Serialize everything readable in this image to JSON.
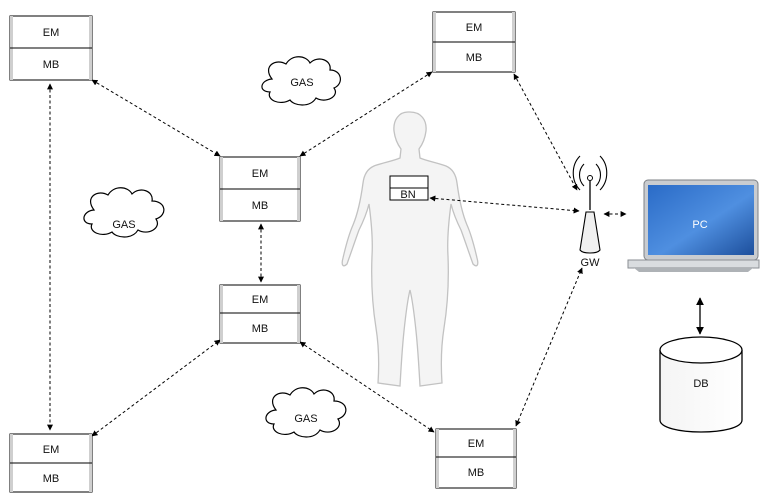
{
  "nodes": [
    {
      "top": "EM",
      "bottom": "MB"
    },
    {
      "top": "EM",
      "bottom": "MB"
    },
    {
      "top": "EM",
      "bottom": "MB"
    },
    {
      "top": "EM",
      "bottom": "MB"
    },
    {
      "top": "EM",
      "bottom": "MB"
    },
    {
      "top": "EM",
      "bottom": "MB"
    }
  ],
  "clouds": [
    "GAS",
    "GAS",
    "GAS"
  ],
  "body_node": "BN",
  "gateway": "GW",
  "computer": "PC",
  "database": "DB"
}
